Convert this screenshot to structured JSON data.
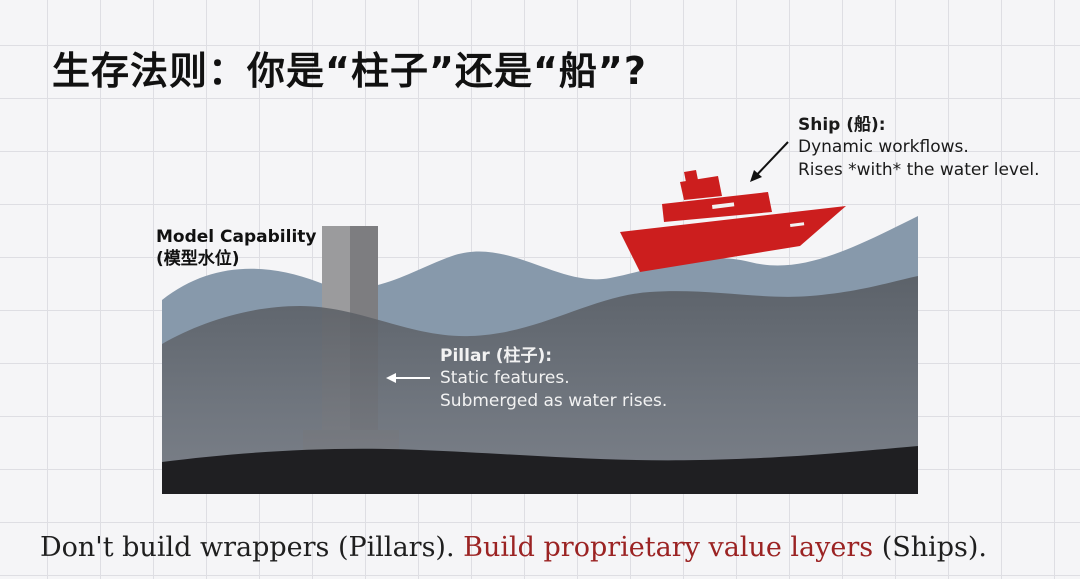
{
  "title": "生存法则：你是“柱子”还是“船”?",
  "ship": {
    "heading": "Ship (船):",
    "line1": "Dynamic workflows.",
    "line2": "Rises *with* the water level."
  },
  "pillar": {
    "heading": "Pillar (柱子):",
    "line1": "Static features.",
    "line2": "Submerged as water rises."
  },
  "model_capability": {
    "line1": "Model Capability",
    "line2": "(模型水位)"
  },
  "footer": {
    "part1": "Don't build wrappers (Pillars). ",
    "accent": "Build proprietary value layers",
    "part2": " (Ships)."
  },
  "colors": {
    "ship_red": "#cc1e1e",
    "water_light": "#8799ab",
    "water_mid": "#5f6369",
    "water_dark": "#1f1f22",
    "pillar_grey": "#9a9a9c",
    "footer_accent": "#9b2323"
  }
}
